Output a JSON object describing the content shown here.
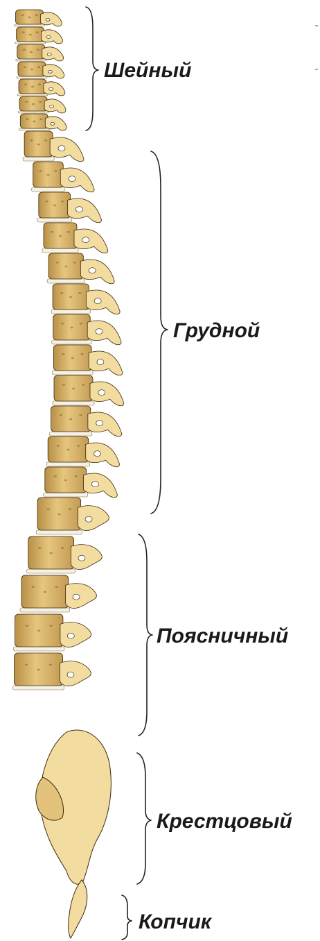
{
  "diagram": {
    "regions": [
      {
        "id": "cervical",
        "label": "Шейный"
      },
      {
        "id": "thoracic",
        "label": "Грудной"
      },
      {
        "id": "lumbar",
        "label": "Поясничный"
      },
      {
        "id": "sacral",
        "label": "Крестцовый"
      },
      {
        "id": "coccyx",
        "label": "Копчик"
      }
    ],
    "colors": {
      "bone": "#e3c27c",
      "bone_light": "#f3dca0",
      "bone_dark": "#8a6a2e",
      "disc": "#f4f1e6",
      "outline": "#3b2a10",
      "label": "#1a1a1a",
      "brace": "#222222"
    }
  }
}
